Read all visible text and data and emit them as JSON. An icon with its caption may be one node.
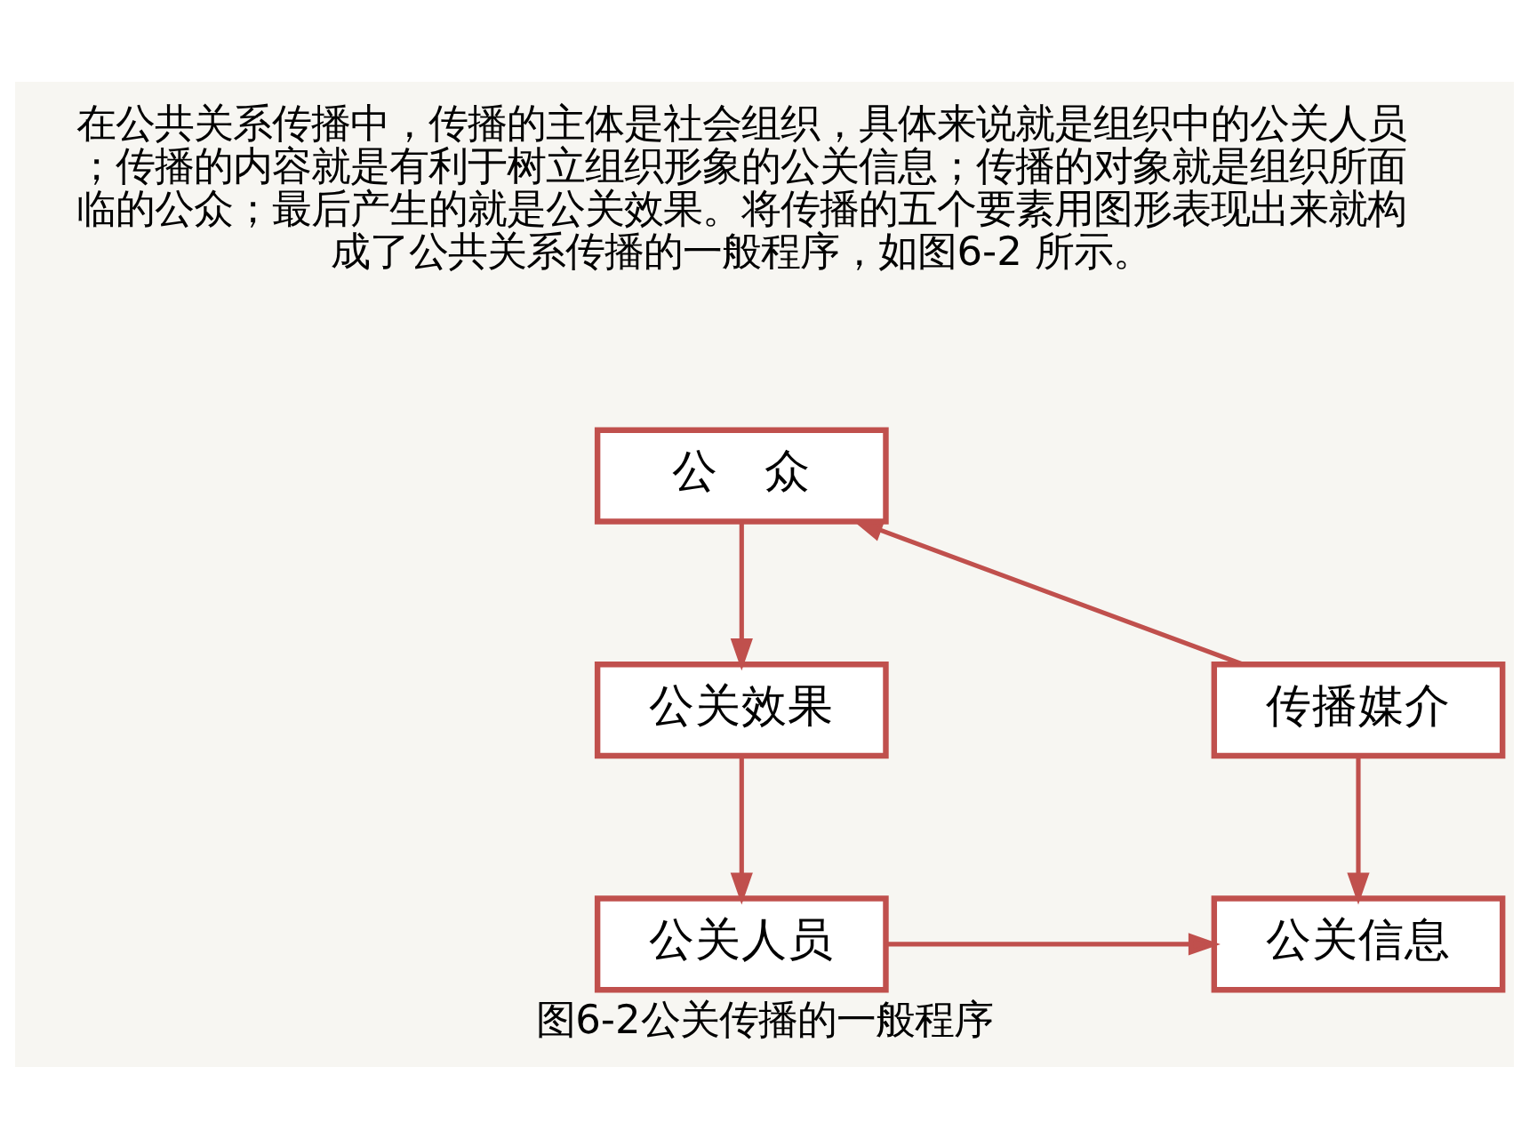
{
  "diagram": {
    "caption": "图6-2公关传播的一般程序",
    "nodes": [
      {
        "text": [
          "公　众"
        ]
      },
      {
        "text": [
          "公关效果"
        ]
      },
      {
        "text": [
          "公关人员"
        ]
      },
      {
        "text": [
          "传播媒介"
        ]
      },
      {
        "text": [
          "公关信息"
        ]
      }
    ],
    "edges": [
      {
        "from": 0,
        "to": 1,
        "arrow": "to"
      },
      {
        "from": 1,
        "to": 2,
        "arrow": "to"
      },
      {
        "from": 2,
        "to": 4,
        "arrow": "to"
      },
      {
        "from": 3,
        "to": 0,
        "arrow": "to"
      },
      {
        "from": 3,
        "to": 4,
        "arrow": "to"
      }
    ],
    "labels": [
      "在公共关系传播中，传播的主体是社会组织，具体来说就是组织中的公关人员；传播的内容就是有利于树立组织形象的公关信息；传播的对象就是组织所面临的公众；最后产生的就是公关效果。将传播的五个要素用图形表现出来就构成了公共关系传播的一般程序，如图6-2 所示。"
    ]
  }
}
